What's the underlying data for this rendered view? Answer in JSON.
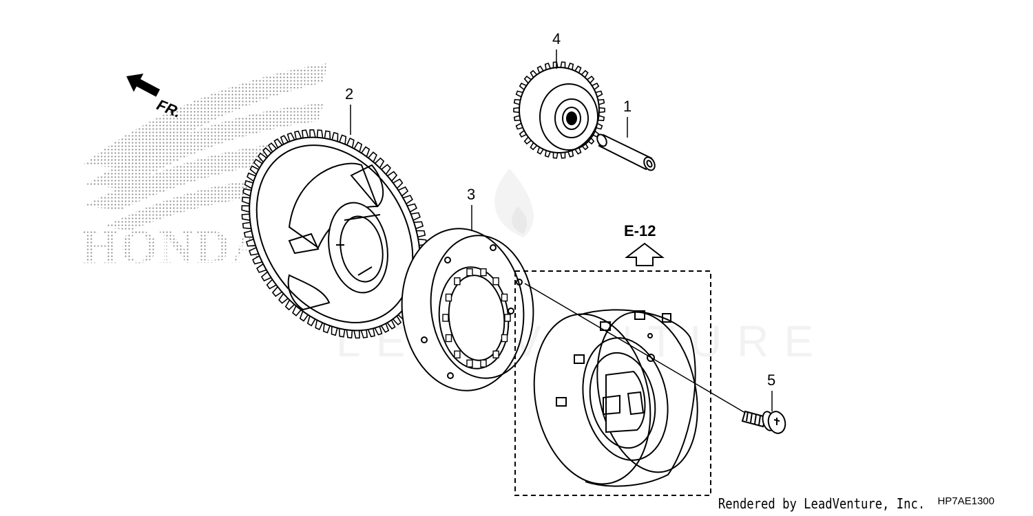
{
  "diagram": {
    "brand_logo_text": "HONDA",
    "watermark_text": "LEADVENTURE",
    "direction_label": "FR.",
    "reference_label": "E-12",
    "callouts": [
      {
        "id": "callout-1",
        "number": "1",
        "part": "shaft"
      },
      {
        "id": "callout-2",
        "number": "2",
        "part": "driven gear"
      },
      {
        "id": "callout-3",
        "number": "3",
        "part": "one-way clutch"
      },
      {
        "id": "callout-4",
        "number": "4",
        "part": "idle gear"
      },
      {
        "id": "callout-5",
        "number": "5",
        "part": "flange bolt"
      }
    ],
    "colors": {
      "line": "#000000",
      "watermark": "#ececec"
    }
  },
  "footer": {
    "rendered_by": "Rendered by LeadVenture, Inc.",
    "diagram_code": "HP7AE1300"
  }
}
